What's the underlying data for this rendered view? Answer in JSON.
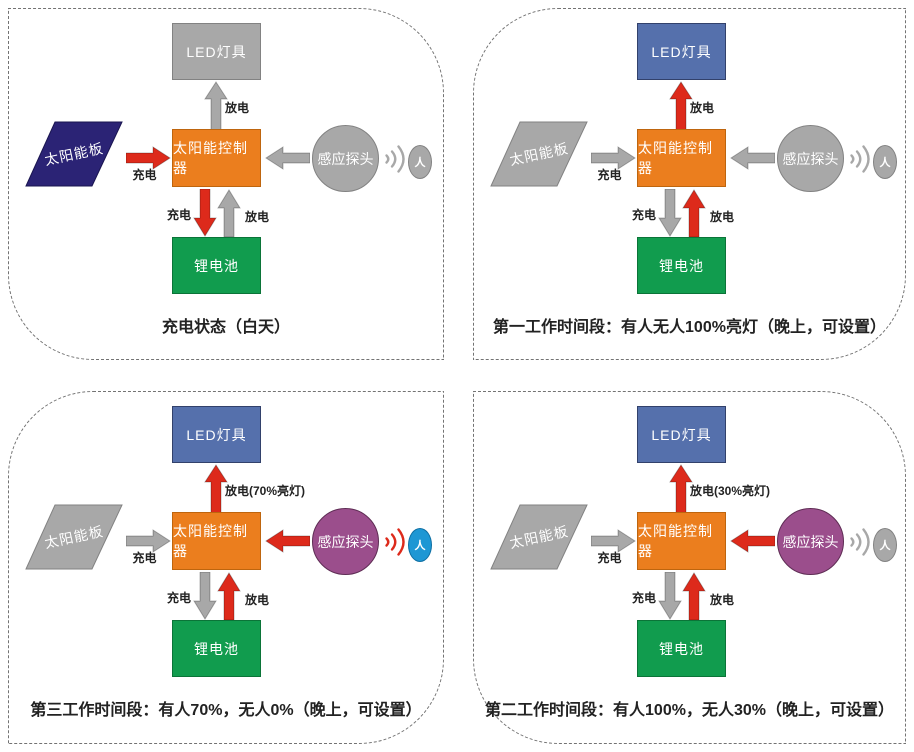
{
  "colors": {
    "red": "#DD2A1B",
    "gray_shape": "#A8A8A8",
    "gray_border": "#828282",
    "orange": "#EB7E1E",
    "orange_border": "#BE650E",
    "green": "#119C4E",
    "green_border": "#0B7438",
    "blue_led": "#5570AC",
    "blue_led_border": "#32416B",
    "navy_solar": "#2B2375",
    "purple_sensor": "#9B4E8C",
    "purple_border": "#5E2C54",
    "person_blue": "#1E97D4"
  },
  "panels": [
    {
      "caption": "充电状态（白天）",
      "led": {
        "label": "LED灯具",
        "state": "led-off"
      },
      "solar": {
        "label": "太阳能板",
        "state": "solar-navy"
      },
      "controller": {
        "label": "太阳能控制器"
      },
      "battery": {
        "label": "锂电池"
      },
      "sensor": {
        "label": "感应探头",
        "state": "shape-gray"
      },
      "person": {
        "label": "人",
        "state": "person-gray"
      },
      "waves_state": "waves-gray",
      "arrows": {
        "solar_to_controller": {
          "label": "充电",
          "state": "state-red"
        },
        "controller_to_led": {
          "label": "放电",
          "state": "state-gray"
        },
        "controller_to_battery": {
          "label": "充电",
          "state": "state-red"
        },
        "battery_to_controller": {
          "label": "放电",
          "state": "state-gray"
        },
        "sensor_to_controller": {
          "state": "state-gray"
        }
      }
    },
    {
      "caption": "第一工作时间段：有人无人100%亮灯（晚上，可设置）",
      "led": {
        "label": "LED灯具",
        "state": "led-on"
      },
      "solar": {
        "label": "太阳能板",
        "state": "solar-gray"
      },
      "controller": {
        "label": "太阳能控制器"
      },
      "battery": {
        "label": "锂电池"
      },
      "sensor": {
        "label": "感应探头",
        "state": "shape-gray"
      },
      "person": {
        "label": "人",
        "state": "person-gray"
      },
      "waves_state": "waves-gray",
      "arrows": {
        "solar_to_controller": {
          "label": "充电",
          "state": "state-gray"
        },
        "controller_to_led": {
          "label": "放电",
          "state": "state-red"
        },
        "controller_to_battery": {
          "label": "充电",
          "state": "state-gray"
        },
        "battery_to_controller": {
          "label": "放电",
          "state": "state-red"
        },
        "sensor_to_controller": {
          "state": "state-gray"
        }
      }
    },
    {
      "caption": "第三工作时间段：有人70%，无人0%（晚上，可设置）",
      "led": {
        "label": "LED灯具",
        "state": "led-on"
      },
      "solar": {
        "label": "太阳能板",
        "state": "solar-gray"
      },
      "controller": {
        "label": "太阳能控制器"
      },
      "battery": {
        "label": "锂电池"
      },
      "sensor": {
        "label": "感应探头",
        "state": "shape-purple"
      },
      "person": {
        "label": "人",
        "state": "person-blue"
      },
      "waves_state": "waves-red",
      "arrows": {
        "solar_to_controller": {
          "label": "充电",
          "state": "state-gray"
        },
        "controller_to_led": {
          "label": "放电(70%亮灯)",
          "state": "state-red"
        },
        "controller_to_battery": {
          "label": "充电",
          "state": "state-gray"
        },
        "battery_to_controller": {
          "label": "放电",
          "state": "state-red"
        },
        "sensor_to_controller": {
          "state": "state-red"
        }
      }
    },
    {
      "caption": "第二工作时间段：有人100%，无人30%（晚上，可设置）",
      "led": {
        "label": "LED灯具",
        "state": "led-on"
      },
      "solar": {
        "label": "太阳能板",
        "state": "solar-gray"
      },
      "controller": {
        "label": "太阳能控制器"
      },
      "battery": {
        "label": "锂电池"
      },
      "sensor": {
        "label": "感应探头",
        "state": "shape-purple"
      },
      "person": {
        "label": "人",
        "state": "person-gray"
      },
      "waves_state": "waves-gray",
      "arrows": {
        "solar_to_controller": {
          "label": "充电",
          "state": "state-gray"
        },
        "controller_to_led": {
          "label": "放电(30%亮灯)",
          "state": "state-red"
        },
        "controller_to_battery": {
          "label": "充电",
          "state": "state-gray"
        },
        "battery_to_controller": {
          "label": "放电",
          "state": "state-red"
        },
        "sensor_to_controller": {
          "state": "state-red"
        }
      }
    }
  ]
}
